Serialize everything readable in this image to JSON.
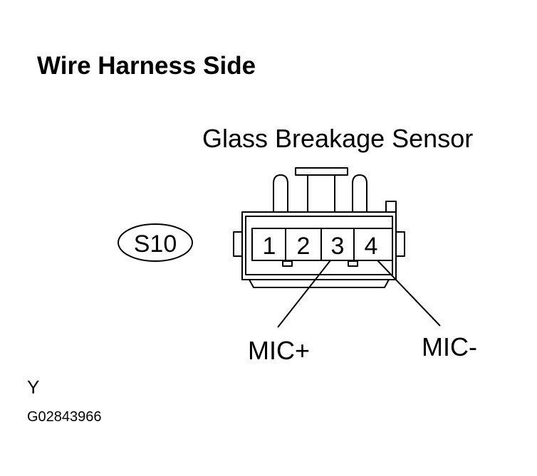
{
  "title": "Wire Harness Side",
  "component_name": "Glass Breakage Sensor",
  "connector_id": "S10",
  "pins": [
    "1",
    "2",
    "3",
    "4"
  ],
  "signals": {
    "mic_plus": "MIC+",
    "mic_minus": "MIC-"
  },
  "connector_color_code": "Y",
  "figure_code": "G02843966",
  "colors": {
    "line": "#000000",
    "background": "#ffffff"
  }
}
